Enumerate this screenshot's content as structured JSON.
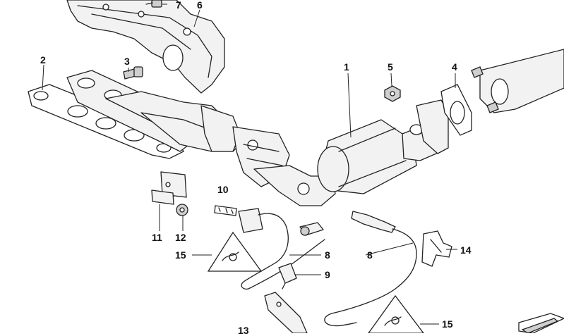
{
  "callouts": {
    "c1": "1",
    "c2": "2",
    "c3": "3",
    "c4": "4",
    "c5": "5",
    "c6": "6",
    "c7": "7",
    "c8a": "8",
    "c8b": "8",
    "c9": "9",
    "c10": "10",
    "c11": "11",
    "c12": "12",
    "c13": "13",
    "c14": "14",
    "c15a": "15",
    "c15b": "15"
  },
  "icons": {
    "warning_label": "warning-triangle-icon",
    "direction_arrow": "arrow-icon"
  },
  "colors": {
    "line": "#222222",
    "fill_light": "#f2f2f2",
    "fill_dark": "#cfcfcf"
  }
}
